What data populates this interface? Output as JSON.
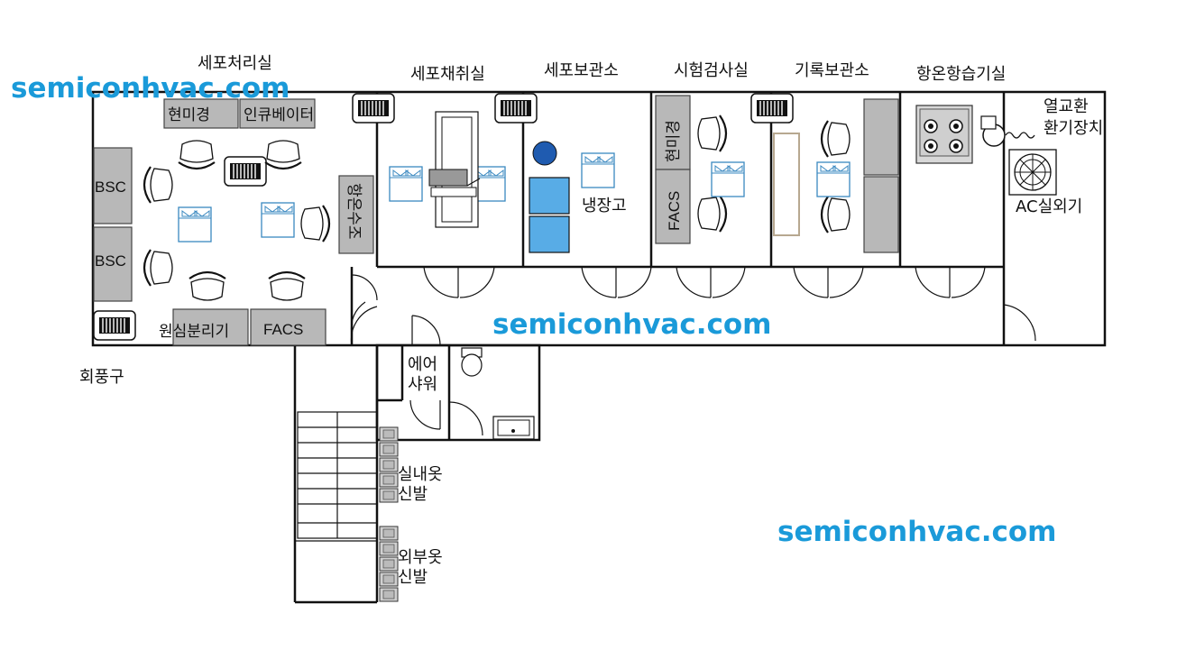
{
  "watermark": "semiconhvac.com",
  "rooms": {
    "cell_processing": "세포처리실",
    "cell_harvest": "세포채취실",
    "cell_storage": "세포보관소",
    "test_inspection": "시험검사실",
    "record_storage": "기록보관소",
    "constant_temp_humidity": "항온항습기실",
    "heat_exchange_line1": "열교환",
    "heat_exchange_line2": "환기장치",
    "ac_outdoor": "AC실외기"
  },
  "equipment": {
    "microscope": "현미경",
    "incubator": "인큐베이터",
    "bsc": "BSC",
    "water_bath": "항온수조",
    "centrifuge": "원심분리기",
    "facs": "FACS",
    "refrigerator": "냉장고",
    "microscope_vertical": "현미경",
    "facs_vertical": "FACS"
  },
  "areas": {
    "return_air": "회풍구",
    "air_shower_line1": "에어",
    "air_shower_line2": "샤워",
    "indoor_clothes_line1": "실내옷",
    "indoor_clothes_line2": "신발",
    "outdoor_clothes_line1": "외부옷",
    "outdoor_clothes_line2": "신발"
  }
}
